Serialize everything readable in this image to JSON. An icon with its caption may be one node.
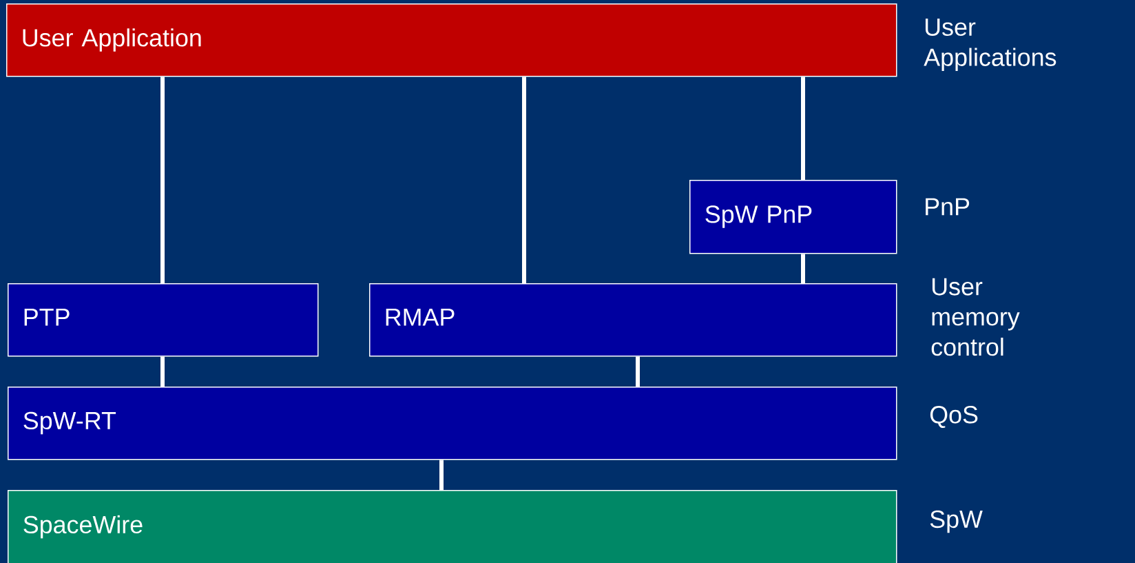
{
  "diagram": {
    "nodes": [
      {
        "text": [
          "User Application"
        ]
      },
      {
        "text": [
          "SpW PnP"
        ]
      },
      {
        "text": [
          "PTP"
        ]
      },
      {
        "text": [
          "RMAP"
        ]
      },
      {
        "text": [
          "SpW-RT"
        ]
      },
      {
        "text": [
          "SpaceWire"
        ]
      }
    ],
    "edges": [
      {
        "from": 0,
        "to": 2,
        "arrow": "none"
      },
      {
        "from": 0,
        "to": 3,
        "arrow": "none"
      },
      {
        "from": 0,
        "to": 1,
        "arrow": "none"
      },
      {
        "from": 1,
        "to": 3,
        "arrow": "none"
      },
      {
        "from": 2,
        "to": 4,
        "arrow": "none"
      },
      {
        "from": 3,
        "to": 4,
        "arrow": "none"
      },
      {
        "from": 4,
        "to": 5,
        "arrow": "none"
      }
    ],
    "labels": [
      "User Applications",
      "PnP",
      "User memory control",
      "QoS",
      "SpW"
    ]
  }
}
